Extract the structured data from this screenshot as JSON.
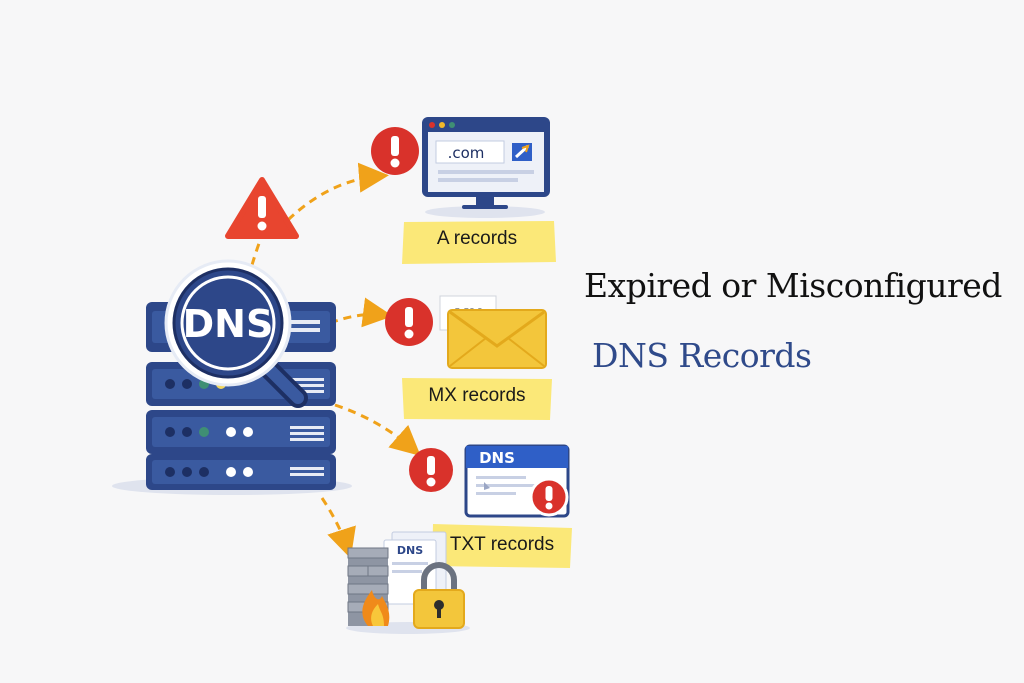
{
  "title": {
    "line1": "Expired or Misconfigured",
    "line2": "DNS Records"
  },
  "server": {
    "badge_text": "DNS"
  },
  "records": {
    "a": {
      "label": "A records",
      "screen_text": ".com"
    },
    "mx": {
      "label": "MX records",
      "tag": "MX"
    },
    "txt": {
      "label": "TXT records",
      "doc_header": "DNS"
    }
  },
  "firewall": {
    "doc_header": "DNS"
  },
  "icons": [
    "dns-server-icon",
    "magnifier-icon",
    "warning-triangle-icon",
    "alert-circle-icon",
    "monitor-icon",
    "envelope-icon",
    "document-icon",
    "firewall-icon",
    "fire-icon",
    "padlock-icon"
  ],
  "colors": {
    "title_accent": "#2f4a8a",
    "server_blue": "#2d4789",
    "alert_red": "#d9322b",
    "arrow_orange": "#f0a21a",
    "sticky_yellow": "#fbe878"
  }
}
